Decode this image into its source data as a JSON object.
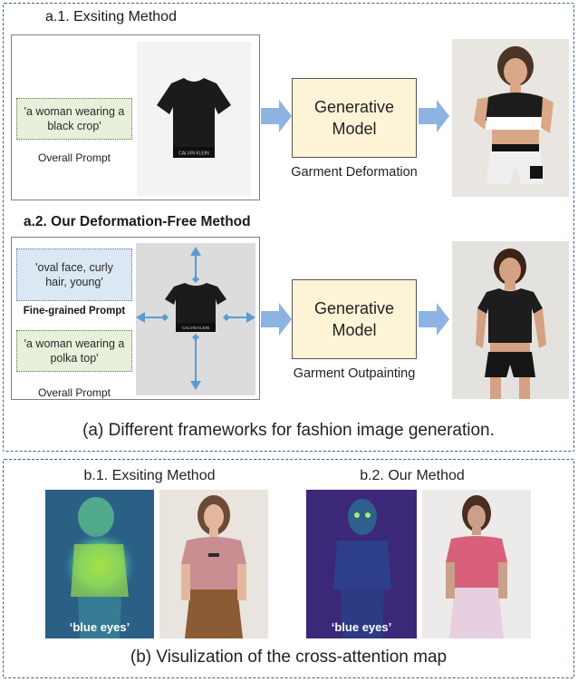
{
  "panel_a": {
    "a1_title": "a.1. Exsiting Method",
    "a1_prompt": "'a woman wearing a black crop'",
    "a1_prompt_caption": "Overall Prompt",
    "a1_model": "Generative Model",
    "a1_model_caption": "Garment Deformation",
    "a2_title": "a.2. Our Deformation-Free Method",
    "a2_fine_prompt": "'oval face, curly hair, young'",
    "a2_fine_caption": "Fine-grained Prompt",
    "a2_overall_prompt": "'a woman wearing a polka top'",
    "a2_overall_caption": "Overall Prompt",
    "a2_model": "Generative Model",
    "a2_model_caption": "Garment Outpainting",
    "garment_brand": "CALVIN KLEIN",
    "caption": "(a) Different frameworks for fashion image generation."
  },
  "panel_b": {
    "b1_title": "b.1. Exsiting Method",
    "b1_label": "‘blue eyes’",
    "b2_title": "b.2. Our Method",
    "b2_label": "‘blue eyes’",
    "caption": "(b) Visulization of the cross-attention map"
  },
  "colors": {
    "panel_border": "#3e5f8a",
    "arrow": "#8db3e2",
    "model_fill": "#fdf3d6",
    "prompt_green": "#e6f0da",
    "prompt_blue": "#dbe7f3"
  }
}
